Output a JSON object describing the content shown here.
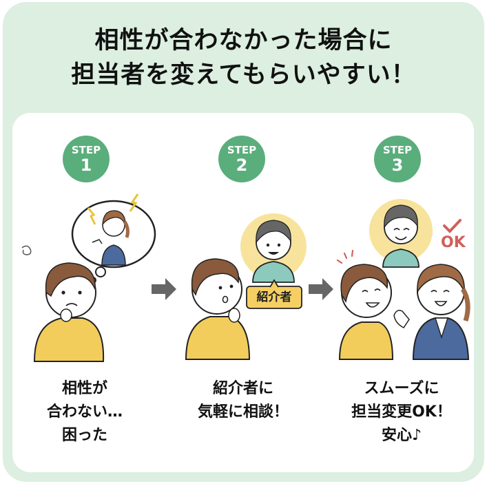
{
  "title": {
    "line1": "相性が合わなかった場合に",
    "line2": "担当者を変えてもらいやすい！"
  },
  "steps": [
    {
      "label": "STEP",
      "number": "1",
      "caption": [
        "相性が",
        "合わない…",
        "困った"
      ],
      "illustration": "worried-man-thinking-of-angry-staff"
    },
    {
      "label": "STEP",
      "number": "2",
      "caption": [
        "紹介者に",
        "気軽に相談！"
      ],
      "illustration": "man-consulting-introducer",
      "badge": "紹介者"
    },
    {
      "label": "STEP",
      "number": "3",
      "caption": [
        "スムーズに",
        "担当変更OK！",
        "安心♪"
      ],
      "illustration": "happy-man-with-new-staff",
      "ok_mark": "OK"
    }
  ],
  "colors": {
    "frame_bg": "#dcefe0",
    "step_green": "#5aae7c",
    "arrow_gray": "#666666",
    "shirt_yellow": "#f2cd5c",
    "halo_yellow": "#f7e39c",
    "vest_blue": "#4d6a9e",
    "ok_red": "#d0605a"
  }
}
